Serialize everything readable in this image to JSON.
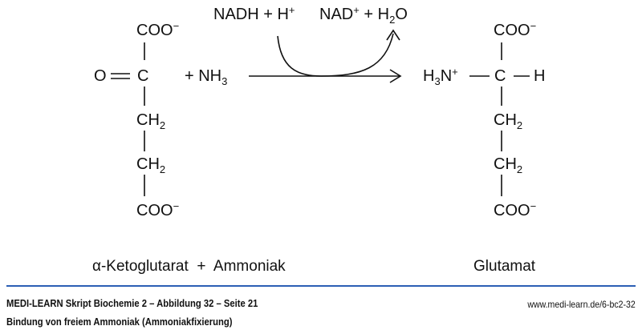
{
  "cofactors": {
    "in_base": "NADH + H",
    "in_sup": "+",
    "out_a": "NAD",
    "out_sup": "+",
    "out_b": " + H",
    "out_sub": "2",
    "out_c": "O"
  },
  "substrate": {
    "top_coo": "COO",
    "charge": "−",
    "oxygen": "O",
    "carbon": "C",
    "ch2": "CH",
    "sub2": "2",
    "bottom_coo": "COO"
  },
  "ammonia": {
    "plus": "+ NH",
    "sub": "3"
  },
  "product": {
    "top_coo": "COO",
    "charge": "−",
    "h3n": "H",
    "h3n_sub": "3",
    "h3n_n": "N",
    "h3n_sup": "+",
    "carbon": "C",
    "hydrogen": "H",
    "ch2": "CH",
    "sub2": "2",
    "bottom_coo": "COO"
  },
  "labels": {
    "left": "α-Ketoglutarat  +  Ammoniak",
    "right": "Glutamat"
  },
  "footer": {
    "title": "MEDI-LEARN Skript Biochemie 2 – Abbildung 32 – Seite 21",
    "url": "www.medi-learn.de/6-bc2-32",
    "caption": "Bindung von freiem Ammoniak (Ammoniakfixierung)"
  },
  "colors": {
    "rule": "#2b5fb4"
  }
}
